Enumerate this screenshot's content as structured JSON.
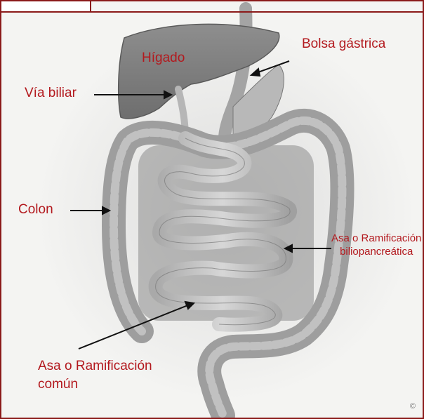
{
  "labels": {
    "higado": "Hígado",
    "bolsa_gastrica": "Bolsa gástrica",
    "via_biliar": "Vía biliar",
    "colon": "Colon",
    "asa_biliopancreatica_line1": "Asa o Ramificación",
    "asa_biliopancreatica_line2": "biliopancreática",
    "asa_comun_line1": "Asa o Ramificación",
    "asa_comun_line2": "común"
  },
  "copyright_mark": "©",
  "colors": {
    "border": "#8b1a1a",
    "label": "#b3191e",
    "arrow": "#111111",
    "organ": "#9a9a9a",
    "background": "#f4f4f2"
  }
}
